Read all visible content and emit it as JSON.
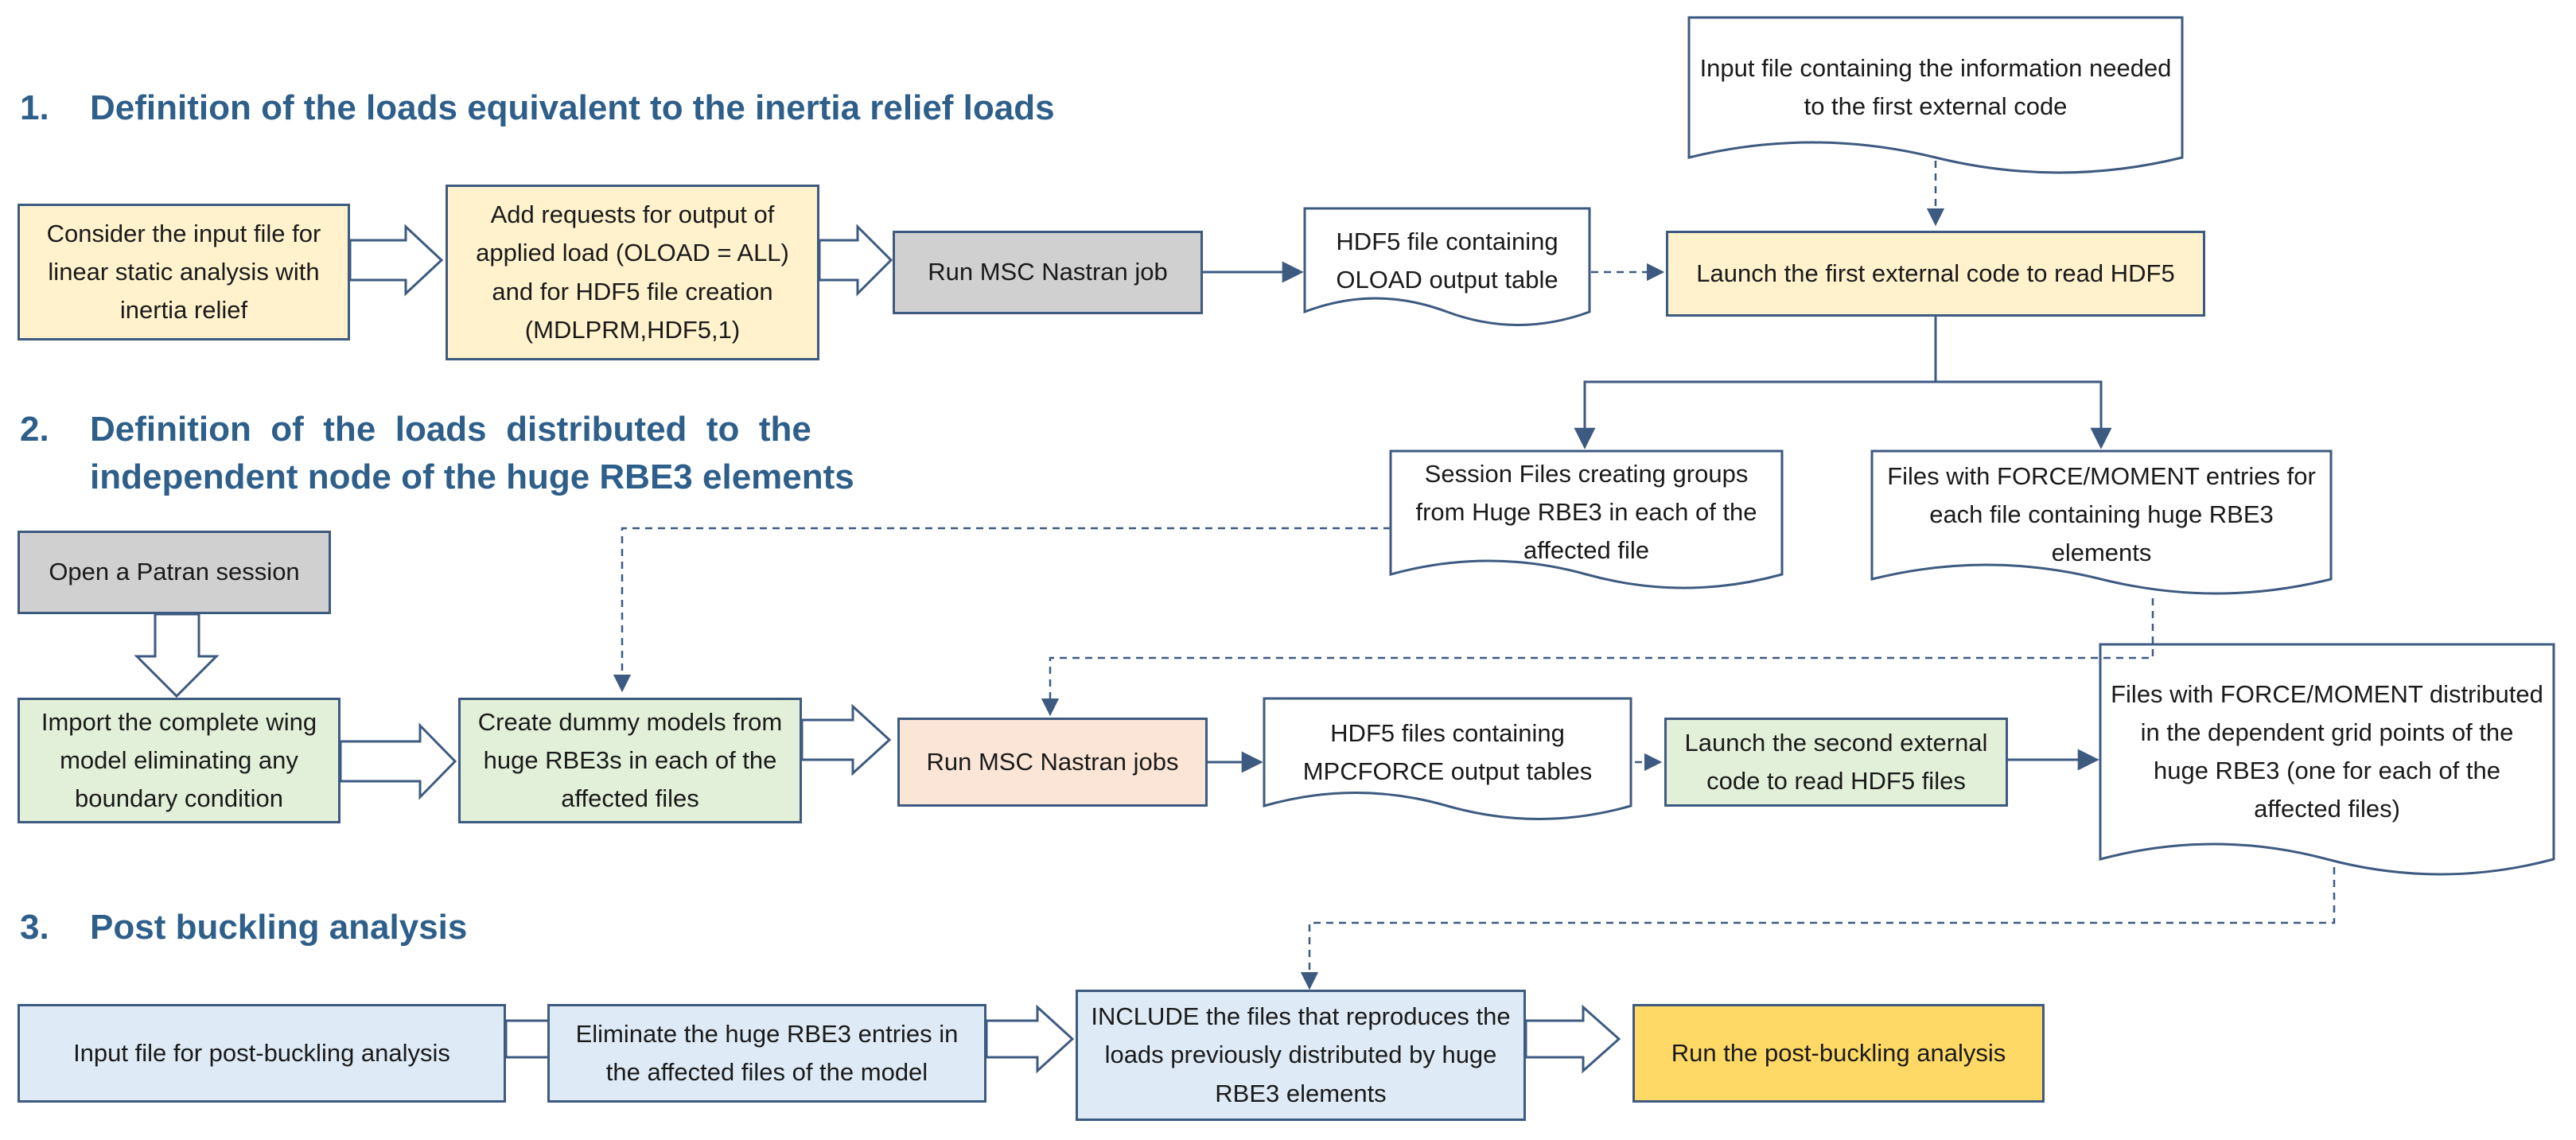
{
  "sections": [
    {
      "number": "1.",
      "title": "Definition of the loads equivalent to the inertia relief loads"
    },
    {
      "number": "2.",
      "title_line1": "Definition  of  the  loads  distributed  to  the",
      "title_line2": "independent node of the huge RBE3 elements"
    },
    {
      "number": "3.",
      "title": "Post buckling analysis"
    }
  ],
  "nodes": {
    "consider_input": "Consider the input file for linear static analysis with inertia relief",
    "add_requests": "Add requests for output of applied load (OLOAD = ALL) and for HDF5 file creation (MDLPRM,HDF5,1)",
    "run_nastran_1": "Run MSC Nastran job",
    "hdf5_oload": "HDF5 file containing OLOAD output table",
    "input_file_first_code": "Input file containing the information needed to the first external code",
    "launch_first_code": "Launch the first external code to read HDF5",
    "session_files": "Session Files creating groups from Huge RBE3 in each of the affected file",
    "files_force_moment_entries": "Files with FORCE/MOMENT entries for each file containing huge RBE3 elements",
    "open_patran": "Open a Patran session",
    "import_wing": "Import the complete wing model eliminating any boundary condition",
    "create_dummy": "Create dummy models from huge RBE3s in each of the affected files",
    "run_nastran_jobs": "Run MSC Nastran jobs",
    "hdf5_mpcforce": "HDF5 files  containing MPCFORCE  output tables",
    "launch_second_code": "Launch the second external code to read HDF5 files",
    "files_force_moment_distributed": "Files with FORCE/MOMENT distributed in the dependent grid points of the huge RBE3 (one for each of the affected files)",
    "input_post_buckling": "Input file for post-buckling analysis",
    "eliminate_rbe3": "Eliminate the huge RBE3 entries in the affected files of the model",
    "include_files": "INCLUDE the files that reproduces the loads previously distributed by huge RBE3 elements",
    "run_post_buckling": "Run the post-buckling analysis"
  },
  "colors": {
    "heading": "#2e5f8a",
    "border": "#3d5a80",
    "yellow": "#fff2cc",
    "gray": "#d0d0d0",
    "green": "#e2f0d9",
    "peach": "#fbe5d6",
    "blue": "#deebf7",
    "gold": "#ffd966"
  }
}
